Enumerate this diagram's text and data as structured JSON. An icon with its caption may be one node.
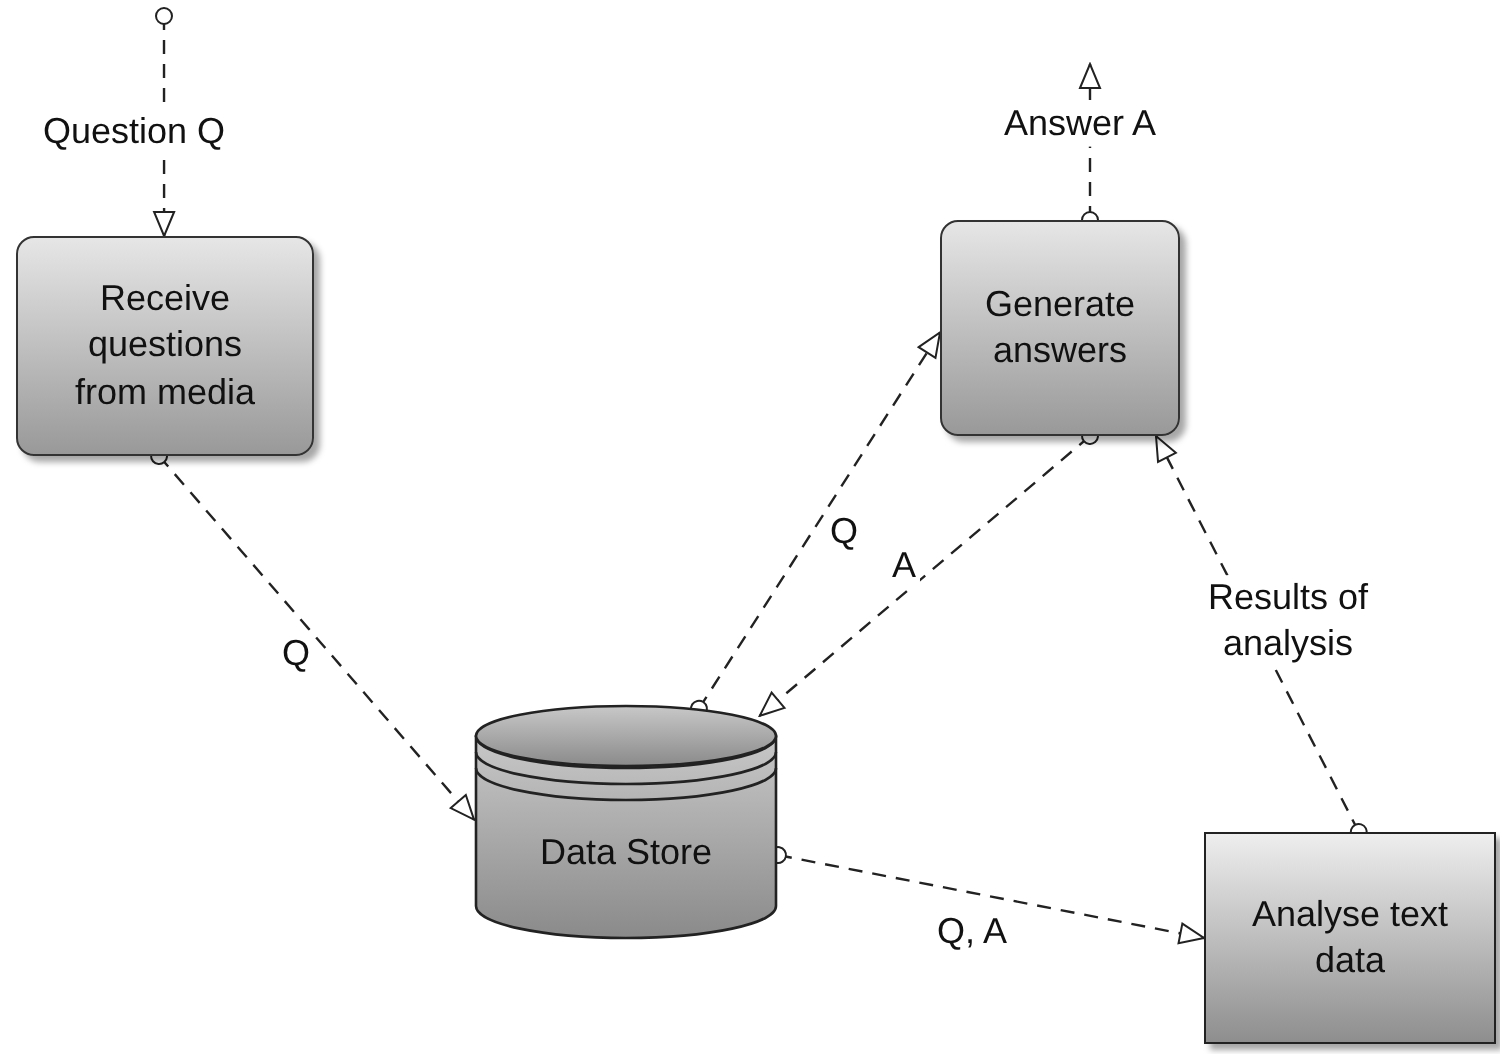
{
  "diagram": {
    "nodes": [
      {
        "text": [
          "Receive questions from media"
        ]
      },
      {
        "text": [
          "Generate answers"
        ]
      },
      {
        "text": [
          "Data Store"
        ]
      },
      {
        "text": [
          "Analyse text data"
        ]
      }
    ],
    "edges": [
      {
        "from": null,
        "to": 0,
        "arrow": "to",
        "label": "Question Q",
        "style": "dashed"
      },
      {
        "from": 0,
        "to": 2,
        "arrow": "to",
        "label": "Q",
        "style": "dashed"
      },
      {
        "from": 2,
        "to": 1,
        "arrow": "to",
        "label": "Q",
        "style": "dashed"
      },
      {
        "from": 1,
        "to": 2,
        "arrow": "to",
        "label": "A",
        "style": "dashed"
      },
      {
        "from": 1,
        "to": null,
        "arrow": "to",
        "label": "Answer A",
        "style": "dashed"
      },
      {
        "from": 3,
        "to": 1,
        "arrow": "to",
        "label": "Results of analysis",
        "style": "dashed"
      },
      {
        "from": 2,
        "to": 3,
        "arrow": "to",
        "label": "Q, A",
        "style": "dashed"
      }
    ]
  }
}
